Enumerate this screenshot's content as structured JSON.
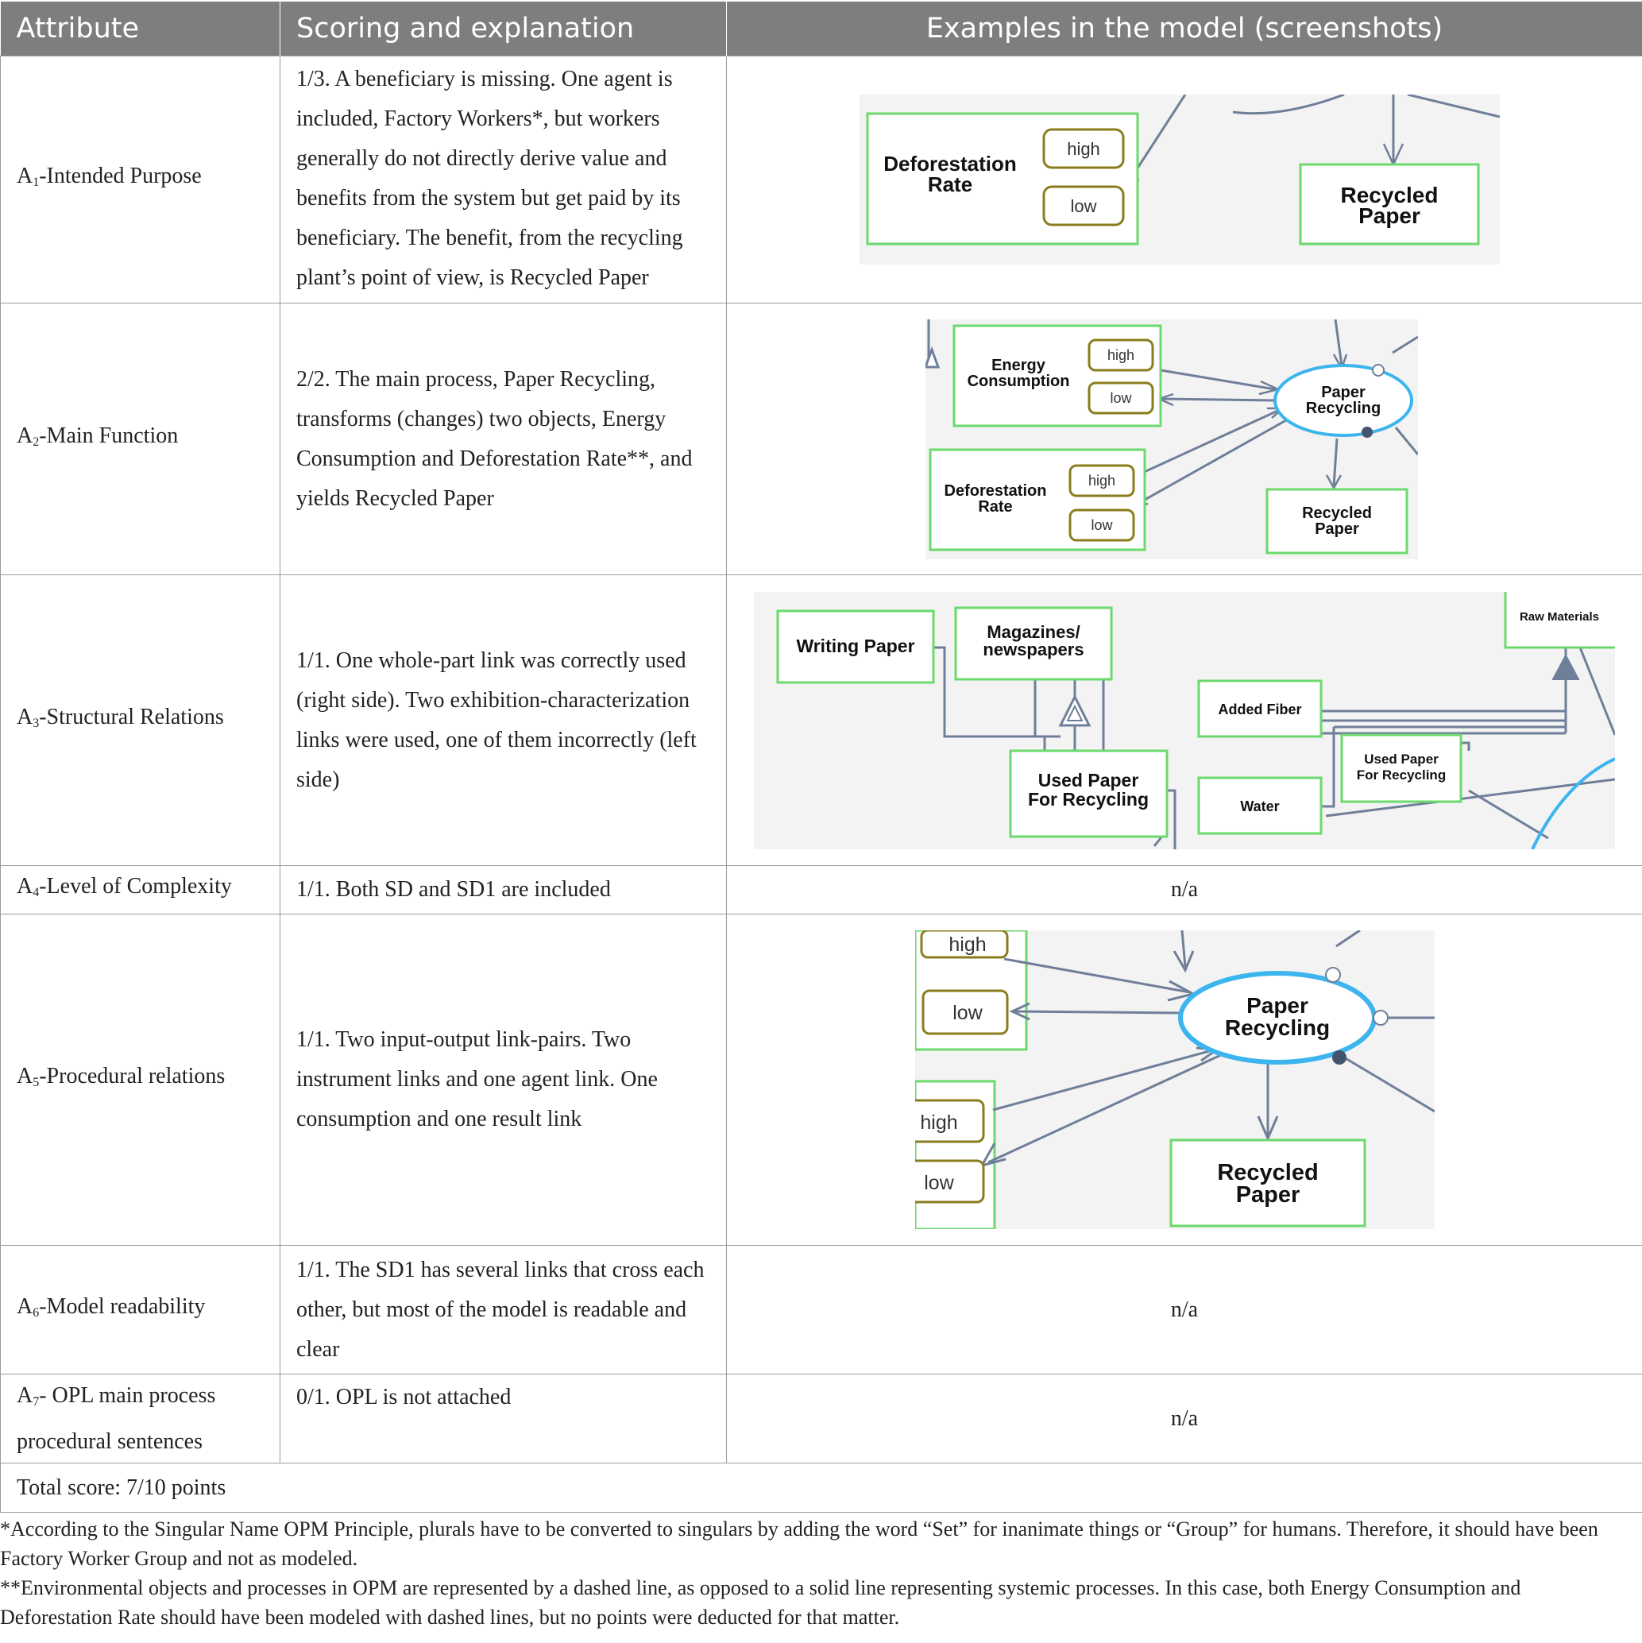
{
  "headers": [
    "Attribute",
    "Scoring and explanation",
    "Examples in the model (screenshots)"
  ],
  "rows": [
    {
      "attr_prefix": "A",
      "attr_sub": "1",
      "attr_rest": "-Intended Purpose",
      "explanation": "1/3. A beneficiary is missing. One agent is included, Factory Workers*, but workers generally do not directly derive value and benefits from the system but get paid by its beneficiary. The benefit, from the recycling plant’s point of view, is Recycled Paper"
    },
    {
      "attr_prefix": "A",
      "attr_sub": "2",
      "attr_rest": "-Main Function",
      "explanation": "2/2. The main process, Paper Recycling, transforms (changes) two objects, Energy Consumption and Deforestation Rate**, and yields Recycled Paper"
    },
    {
      "attr_prefix": "A",
      "attr_sub": "3",
      "attr_rest": "-Structural Relations",
      "explanation": "1/1. One whole-part link was correctly used (right side). Two exhibition-characterization links were used, one of them incorrectly (left side)"
    },
    {
      "attr_prefix": "A",
      "attr_sub": "4",
      "attr_rest": "-Level of Complexity",
      "explanation": "1/1. Both SD and SD1 are included",
      "example": "n/a"
    },
    {
      "attr_prefix": "A",
      "attr_sub": "5",
      "attr_rest": "-Procedural relations",
      "explanation": "1/1. Two input-output link-pairs. Two instrument links and one agent link. One consumption and one result link"
    },
    {
      "attr_prefix": "A",
      "attr_sub": "6",
      "attr_rest": "-Model readability",
      "explanation": "1/1. The SD1 has several links that cross each other, but most of the model is readable and clear",
      "example": "n/a"
    },
    {
      "attr_prefix": "A",
      "attr_sub": "7",
      "attr_rest": "- OPL main process procedural sentences",
      "explanation": "0/1. OPL is not attached",
      "example": "n/a"
    }
  ],
  "total": "Total score: 7/10 points",
  "footnote1": "*According to the Singular Name OPM Principle, plurals have to be converted to singulars by adding the word “Set” for inanimate things or “Group” for humans. Therefore, it should have been Factory Worker Group and not as modeled.",
  "footnote2": "**Environmental objects and processes in OPM are represented by a dashed line, as opposed to a solid line representing systemic processes. In this case, both Energy Consumption and Deforestation Rate should have been modeled with dashed lines, but no points were deducted for that matter.",
  "diagrams": {
    "d1": {
      "obj1": [
        "Deforestation",
        "Rate"
      ],
      "state_high": "high",
      "state_low": "low",
      "obj2": [
        "Recycled",
        "Paper"
      ]
    },
    "d2": {
      "obj_energy": [
        "Energy",
        "Consumption"
      ],
      "obj_def": [
        "Deforestation",
        "Rate"
      ],
      "process": [
        "Paper",
        "Recycling"
      ],
      "result": [
        "Recycled",
        "Paper"
      ],
      "state_high": "high",
      "state_low": "low"
    },
    "d3": {
      "writing": "Writing Paper",
      "magazines": [
        "Magazines/",
        "newspapers"
      ],
      "used1": [
        "Used Paper",
        "For Recycling"
      ],
      "added_fiber": "Added Fiber",
      "water": "Water",
      "used2": [
        "Used Paper",
        "For Recycling"
      ],
      "raw": "Raw Materials"
    },
    "d5": {
      "state_high": "high",
      "state_low": "low",
      "process": [
        "Paper",
        "Recycling"
      ],
      "result": [
        "Recycled",
        "Paper"
      ]
    }
  },
  "colors": {
    "header_bg": "#7d7e80",
    "object_border": "#6bd96b",
    "state_border": "#8a7d1e",
    "process_border": "#3cb4ee",
    "link": "#6f7f99"
  }
}
